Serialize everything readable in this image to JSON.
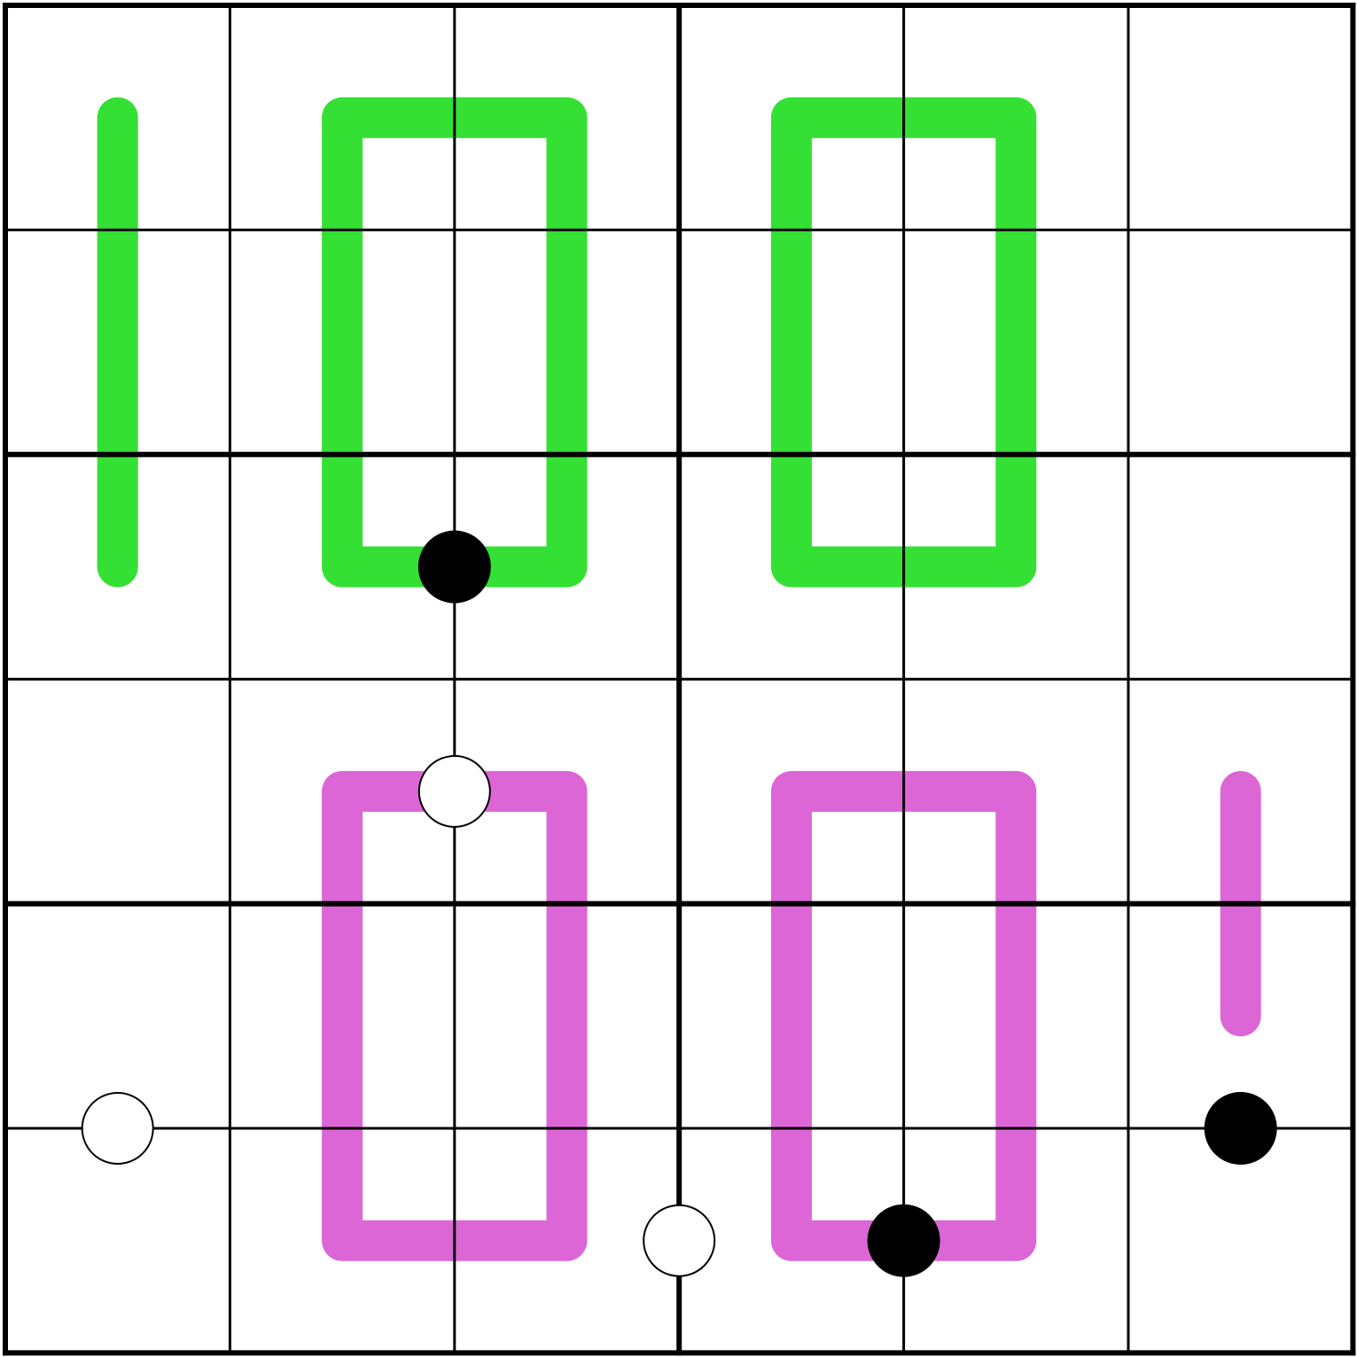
{
  "puzzle": {
    "grid": {
      "rows": 6,
      "cols": 6,
      "box_rows": 2,
      "box_cols": 3
    },
    "colors": {
      "background": "#ffffff",
      "grid_line": "#000000",
      "green_line": "#33e033",
      "pink_line": "#dd66d6",
      "black_dot": "#000000",
      "white_dot_fill": "#ffffff",
      "white_dot_stroke": "#000000"
    },
    "lines": [
      {
        "id": "green-line-r1c1-r3c1",
        "color": "green",
        "cells": [
          [
            1,
            1
          ],
          [
            3,
            1
          ]
        ]
      },
      {
        "id": "green-loop-r1c2-r3c3",
        "color": "green",
        "cells": [
          [
            1,
            2
          ],
          [
            1,
            3
          ],
          [
            3,
            3
          ],
          [
            3,
            2
          ],
          [
            1,
            2
          ]
        ]
      },
      {
        "id": "green-loop-r1c4-r3c5",
        "color": "green",
        "cells": [
          [
            1,
            4
          ],
          [
            1,
            5
          ],
          [
            3,
            5
          ],
          [
            3,
            4
          ],
          [
            1,
            4
          ]
        ]
      },
      {
        "id": "pink-loop-r4c2-r6c3",
        "color": "pink",
        "cells": [
          [
            4,
            2
          ],
          [
            4,
            3
          ],
          [
            6,
            3
          ],
          [
            6,
            2
          ],
          [
            4,
            2
          ]
        ]
      },
      {
        "id": "pink-loop-r4c4-r6c5",
        "color": "pink",
        "cells": [
          [
            4,
            4
          ],
          [
            4,
            5
          ],
          [
            6,
            5
          ],
          [
            6,
            4
          ],
          [
            4,
            4
          ]
        ]
      },
      {
        "id": "pink-line-r4c6-r5c6",
        "color": "pink",
        "cells": [
          [
            4,
            6
          ],
          [
            5,
            6
          ]
        ]
      }
    ],
    "dots": [
      {
        "id": "black-dot-r3c2-r3c3",
        "type": "black",
        "between": [
          [
            3,
            2
          ],
          [
            3,
            3
          ]
        ]
      },
      {
        "id": "white-dot-r4c2-r4c3",
        "type": "white",
        "between": [
          [
            4,
            2
          ],
          [
            4,
            3
          ]
        ]
      },
      {
        "id": "white-dot-r5c1-r6c1",
        "type": "white",
        "between": [
          [
            5,
            1
          ],
          [
            6,
            1
          ]
        ]
      },
      {
        "id": "white-dot-r6c3-r6c4",
        "type": "white",
        "between": [
          [
            6,
            3
          ],
          [
            6,
            4
          ]
        ]
      },
      {
        "id": "black-dot-r6c4-r6c5",
        "type": "black",
        "between": [
          [
            6,
            4
          ],
          [
            6,
            5
          ]
        ]
      },
      {
        "id": "black-dot-r5c6-r6c6",
        "type": "black",
        "between": [
          [
            5,
            6
          ],
          [
            6,
            6
          ]
        ]
      }
    ]
  }
}
